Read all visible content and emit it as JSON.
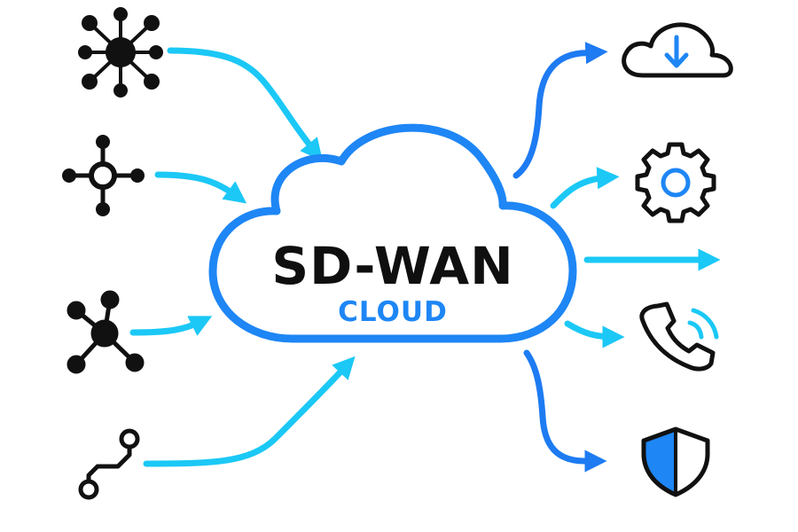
{
  "cloud": {
    "title": "SD-WAN",
    "subtitle": "CLOUD"
  },
  "colors": {
    "cloud_stroke": "#1E86F5",
    "subtitle": "#1E86F5",
    "title": "#0F0F0F",
    "inbound_arrow": "#1BC8F6",
    "outbound_arrow_dark": "#1E7BF2",
    "outbound_arrow_light": "#1BC8F6",
    "icon": "#111111",
    "shield_fill": "#1E86F5"
  },
  "inputs": [
    {
      "icon": "network-hub-icon"
    },
    {
      "icon": "network-node-cross-icon"
    },
    {
      "icon": "network-node-star-icon"
    },
    {
      "icon": "connection-path-icon"
    }
  ],
  "outputs": [
    {
      "icon": "cloud-download-icon"
    },
    {
      "icon": "gear-icon"
    },
    {
      "icon": "none"
    },
    {
      "icon": "phone-icon"
    },
    {
      "icon": "shield-icon"
    }
  ]
}
